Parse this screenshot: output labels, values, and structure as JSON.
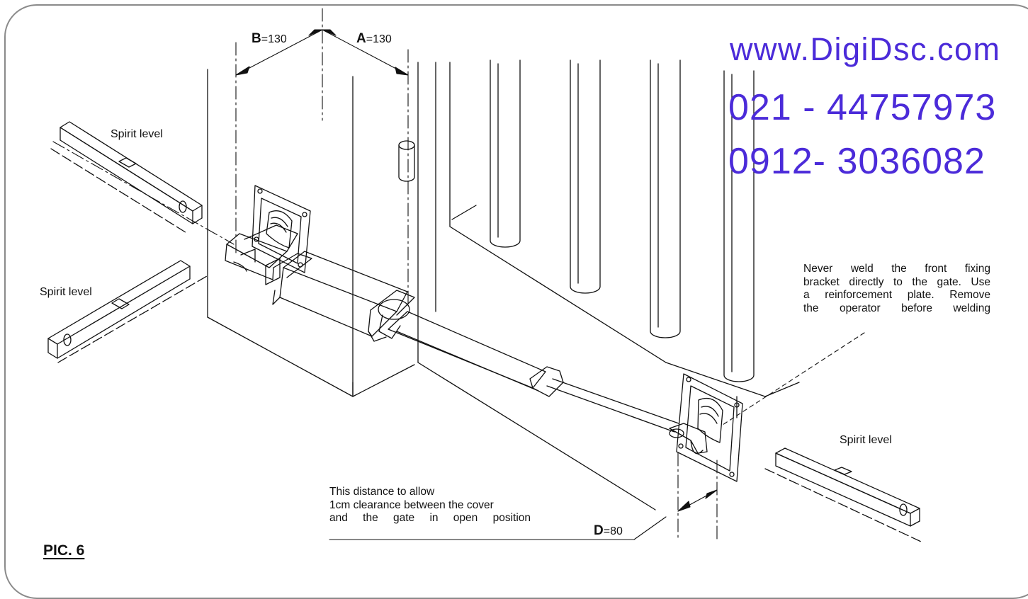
{
  "figure": {
    "caption": "PIC. 6"
  },
  "dimensions": {
    "b": {
      "letter": "B",
      "value": "=130"
    },
    "a": {
      "letter": "A",
      "value": "=130"
    },
    "d": {
      "letter": "D",
      "value": "=80"
    }
  },
  "labels": {
    "spirit_level_top_left": "Spirit level",
    "spirit_level_mid_left": "Spirit level",
    "spirit_level_right": "Spirit level"
  },
  "notes": {
    "welding": [
      "Never weld the front fixing",
      "bracket directly to the gate. Use",
      "a reinforcement plate. Remove",
      "the operator before welding"
    ],
    "clearance": [
      "This distance to allow",
      "1cm clearance between the cover",
      "and the gate in open position"
    ]
  },
  "watermark": {
    "website": "www.DigiDsc.com",
    "phone_1": "021 - 44757973",
    "phone_2": "0912- 3036082",
    "color": "#4b2bd9"
  }
}
